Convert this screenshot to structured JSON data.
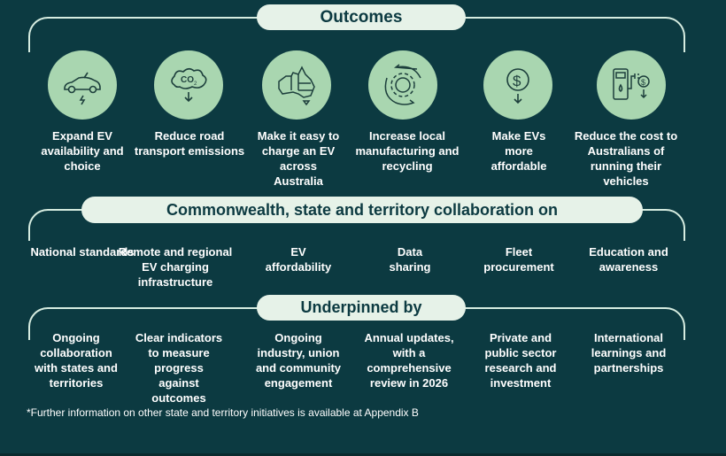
{
  "outcomes": {
    "title": "Outcomes",
    "items": [
      {
        "icon": "electric-car-icon",
        "label": "Expand EV availability and choice"
      },
      {
        "icon": "co2-reduction-icon",
        "label": "Reduce road transport emissions"
      },
      {
        "icon": "australia-map-icon",
        "label": "Make it easy to charge an EV across Australia"
      },
      {
        "icon": "gear-recycle-icon",
        "label": "Increase local manufacturing and recycling"
      },
      {
        "icon": "dollar-down-icon",
        "label": "Make EVs more affordable"
      },
      {
        "icon": "charger-cost-icon",
        "label": "Reduce the cost to Australians of running their vehicles"
      }
    ]
  },
  "collaboration": {
    "title": "Commonwealth, state and territory collaboration on",
    "items": [
      "National standards",
      "Remote and regional EV charging infrastructure",
      "EV affordability",
      "Data sharing",
      "Fleet procurement",
      "Education and awareness"
    ]
  },
  "underpinned": {
    "title": "Underpinned by",
    "items": [
      "Ongoing collaboration with states and territories",
      "Clear indicators to measure progress against outcomes",
      "Ongoing industry, union and community engagement",
      "Annual updates, with a comprehensive review in 2026",
      "Private and public sector research and investment",
      "International learnings and partnerships"
    ]
  },
  "footnote": "*Further information on other state and territory initiatives is available at Appendix B",
  "colors": {
    "background": "#0c3a41",
    "circle": "#a9d6b0",
    "pill": "#e6f2e8"
  }
}
